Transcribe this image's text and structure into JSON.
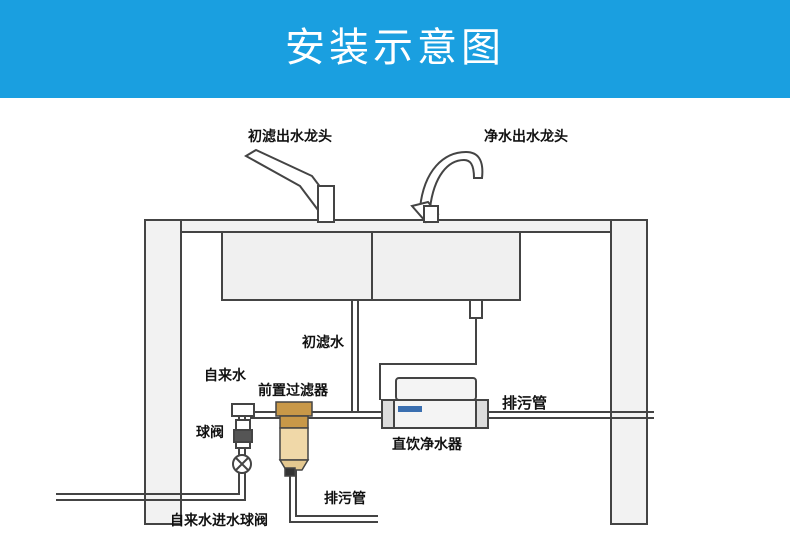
{
  "header": {
    "title": "安装示意图",
    "bg_color": "#1a9fe0"
  },
  "labels": {
    "prefilter_faucet": "初滤出水龙头",
    "purified_faucet": "净水出水龙头",
    "prefiltered_water": "初滤水",
    "tap_water": "自来水",
    "pre_filter": "前置过滤器",
    "drain_pipe_right": "排污管",
    "ball_valve": "球阀",
    "direct_purifier": "直饮净水器",
    "drain_pipe_bottom": "排污管",
    "inlet_ball_valve": "自来水进水球阀"
  },
  "colors": {
    "line": "#444444",
    "filter_brass": "#d8b060",
    "cabinet": "#f2f2f2"
  }
}
